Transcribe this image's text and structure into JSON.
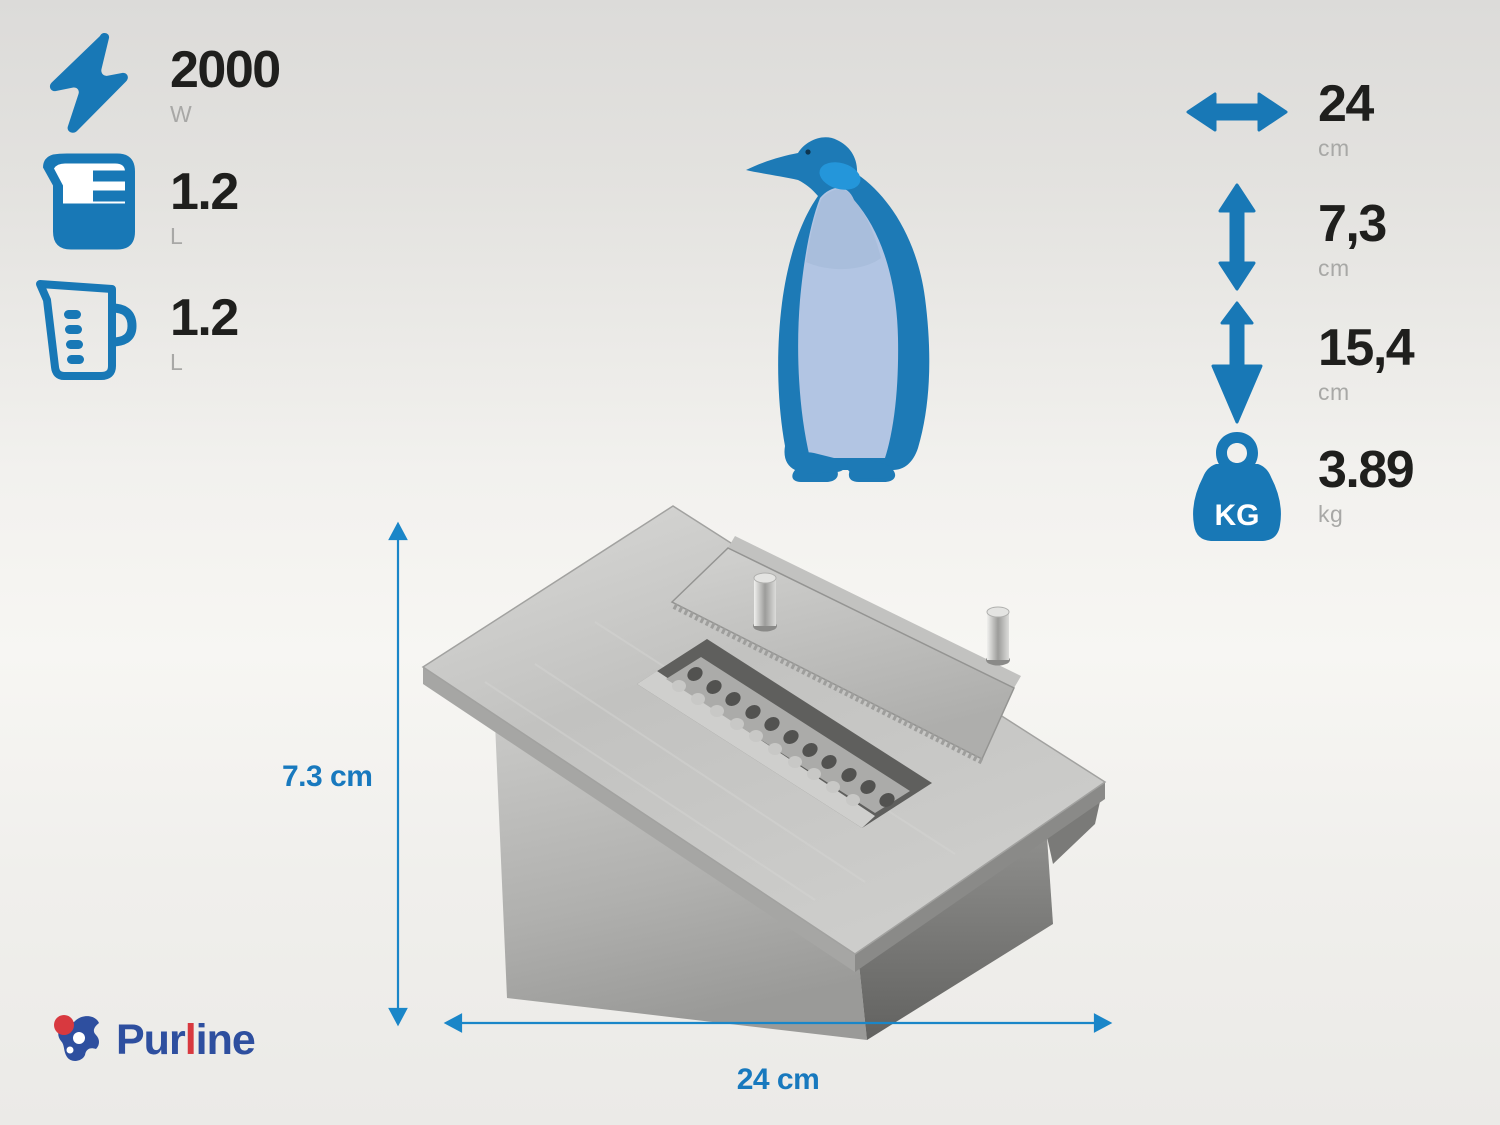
{
  "colors": {
    "accent_blue": "#1878b6",
    "dimension_line_blue": "#1a86c8",
    "dimension_label_blue": "#1879be",
    "value_black": "#1f1f1d",
    "unit_gray": "#a8a8a6",
    "brand_blue": "#2e4f9f",
    "brand_red": "#d8393f"
  },
  "specs_left": [
    {
      "icon": "lightning-icon",
      "value": "2000",
      "unit": "W"
    },
    {
      "icon": "beaker-icon",
      "value": "1.2",
      "unit": "L"
    },
    {
      "icon": "measuring-jug-icon",
      "value": "1.2",
      "unit": "L"
    }
  ],
  "specs_right": [
    {
      "icon": "width-arrow-icon",
      "value": "24",
      "unit": "cm"
    },
    {
      "icon": "height-arrow-icon",
      "value": "7,3",
      "unit": "cm"
    },
    {
      "icon": "depth-arrow-icon",
      "value": "15,4",
      "unit": "cm"
    },
    {
      "icon": "weight-kg-icon",
      "value": "3.89",
      "unit": "kg",
      "icon_label": "KG"
    }
  ],
  "product_dimensions": {
    "height_label": "7.3 cm",
    "width_label": "24 cm"
  },
  "brand": {
    "word_part1": "Pur",
    "word_part2": "l",
    "word_part3": "ine"
  }
}
